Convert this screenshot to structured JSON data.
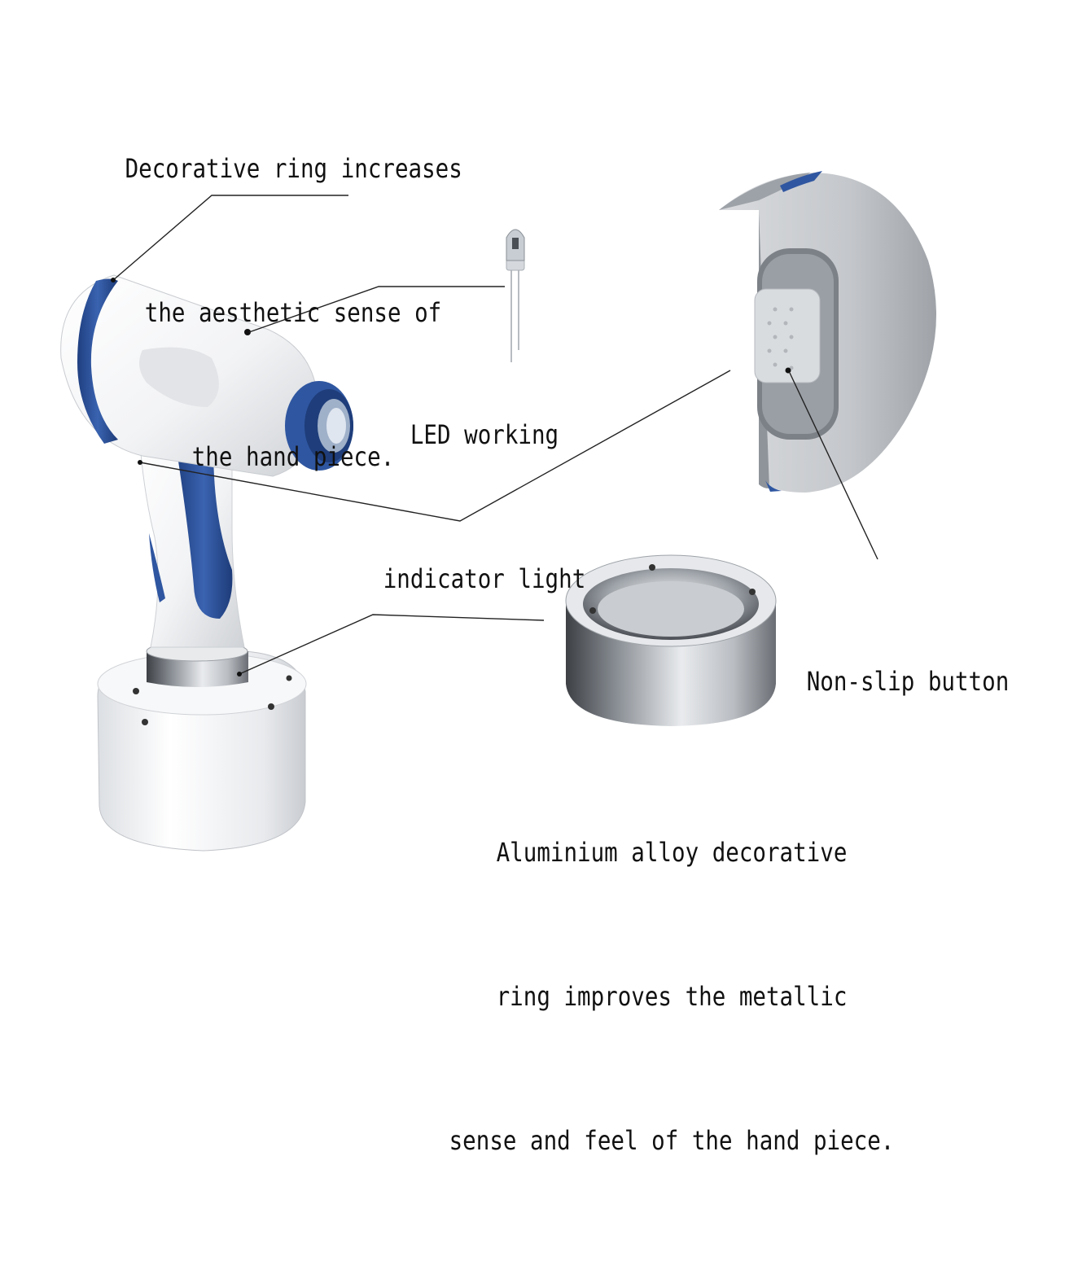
{
  "callouts": {
    "decorative_ring": {
      "lines": [
        "Decorative ring increases",
        "the aesthetic sense of",
        "the hand piece."
      ]
    },
    "led": {
      "lines": [
        "LED working",
        "indicator light"
      ]
    },
    "non_slip": {
      "lines": [
        "Non-slip button"
      ]
    },
    "aluminium": {
      "lines": [
        "Aluminium alloy decorative",
        "ring improves the metallic",
        "sense and feel of the hand piece."
      ]
    }
  },
  "colors": {
    "accent_blue": "#2f56a0",
    "body_white": "#f4f5f7",
    "button_gray": "#b4b7bb",
    "metal": "#9aa0a6",
    "leader_line": "#222222"
  }
}
